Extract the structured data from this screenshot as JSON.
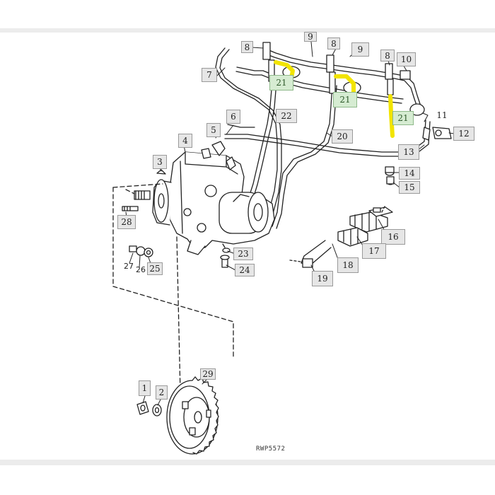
{
  "diagram": {
    "drawing_code": "RWP5572",
    "highlight_color": "#f2e400",
    "callouts": {
      "c1": "1",
      "c2": "2",
      "c3": "3",
      "c4": "4",
      "c5": "5",
      "c6": "6",
      "c7": "7",
      "c8a": "8",
      "c8b": "8",
      "c8c": "8",
      "c9a": "9",
      "c9b": "9",
      "c10": "10",
      "c11": "11",
      "c12": "12",
      "c13": "13",
      "c14": "14",
      "c15": "15",
      "c16": "16",
      "c17": "17",
      "c18": "18",
      "c19": "19",
      "c20": "20",
      "c21a": "21",
      "c21b": "21",
      "c21c": "21",
      "c22": "22",
      "c23": "23",
      "c24": "24",
      "c25": "25",
      "c26": "26",
      "c27": "27",
      "c28": "28",
      "c29": "29"
    }
  }
}
